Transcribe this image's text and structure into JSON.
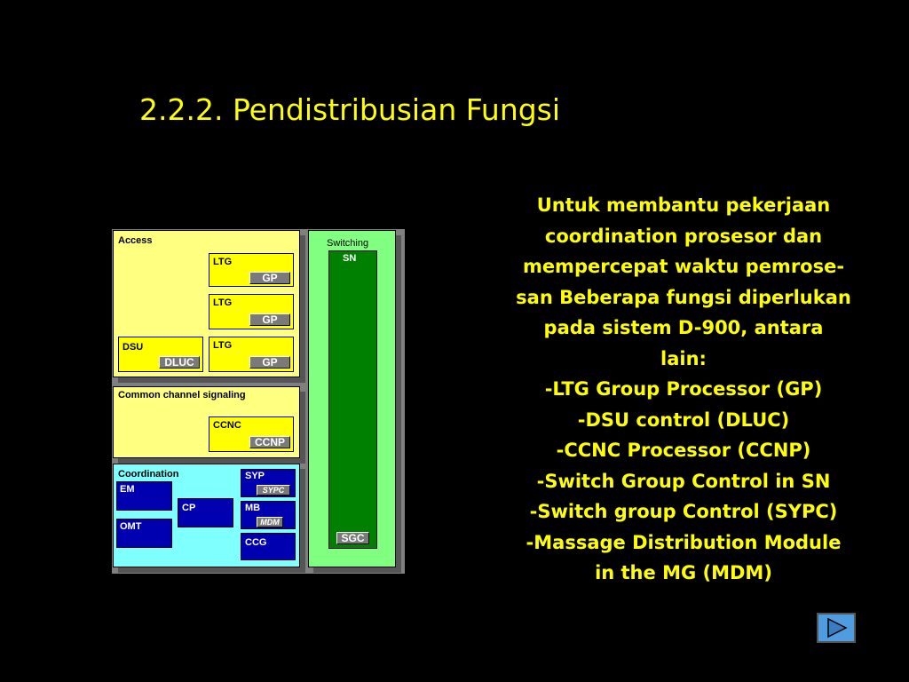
{
  "slide": {
    "title": "2.2.2. Pendistribusian Fungsi",
    "description_lines": [
      "Untuk membantu pekerjaan",
      "coordination prosesor dan",
      "mempercepat waktu pemrose-",
      "san Beberapa fungsi diperlukan",
      "pada sistem D-900, antara",
      "lain:",
      "-LTG Group Processor (GP)",
      "-DSU control (DLUC)",
      "-CCNC Processor (CCNP)",
      "-Switch Group Control in SN",
      "-Switch group Control (SYPC)",
      "-Massage Distribution Module",
      "in the MG (MDM)"
    ]
  },
  "diagram": {
    "access": {
      "label": "Access",
      "ltg_label": "LTG",
      "gp_label": "GP",
      "dsu_label": "DSU",
      "dluc_label": "DLUC"
    },
    "ccs": {
      "label": "Common channel signaling",
      "ccnc_label": "CCNC",
      "ccnp_label": "CCNP"
    },
    "coordination": {
      "label": "Coordination",
      "em": "EM",
      "cp": "CP",
      "omt": "OMT",
      "syp": "SYP",
      "sypc": "SYPC",
      "mb": "MB",
      "mdm": "MDM",
      "ccg": "CCG"
    },
    "switching": {
      "label": "Switching",
      "sn": "SN",
      "sgc": "SGC"
    }
  },
  "colors": {
    "title": "#ffff00",
    "access_bg": "#ffff80",
    "coordination_bg": "#80ffff",
    "switching_bg": "#80ff80",
    "sn_bg": "#008000",
    "block_blue": "#0000b0"
  },
  "navigation": {
    "next_icon": "play-triangle-icon"
  }
}
